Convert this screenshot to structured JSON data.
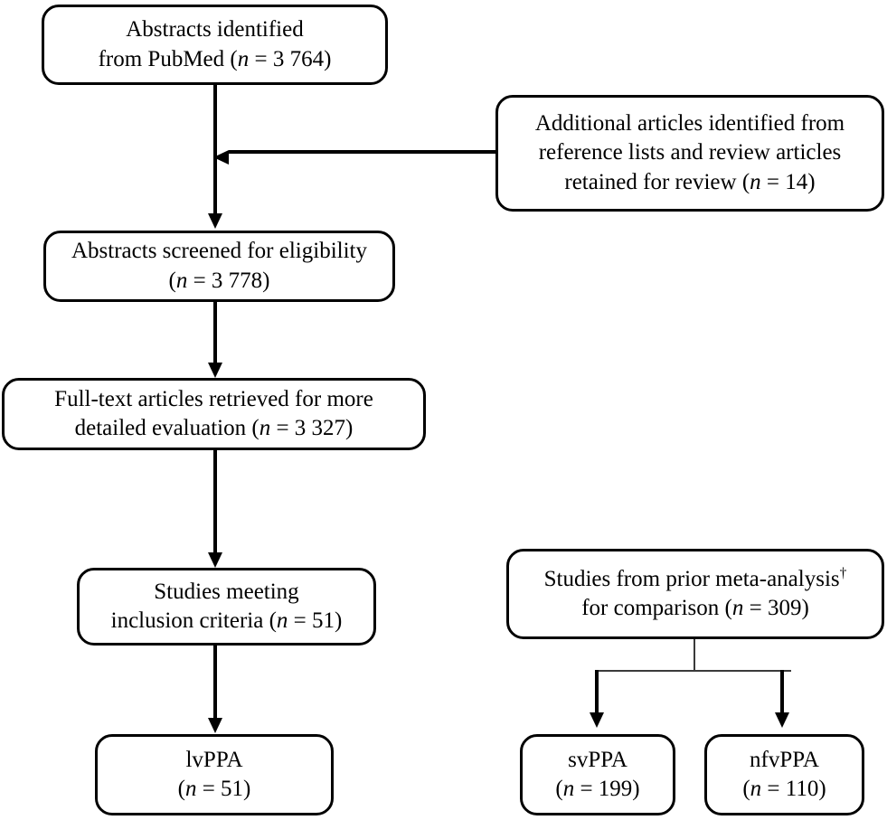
{
  "diagram": {
    "type": "flowchart",
    "title": "PRISMA study selection flow diagram",
    "colors": {
      "background": "#ffffff",
      "stroke": "#000000",
      "thin_stroke": "#3a3a3a",
      "text": "#000000"
    },
    "nodes": {
      "abstracts_identified": {
        "line1": "Abstracts identified",
        "line2_prefix": "from PubMed (",
        "n_symbol": "n",
        "eq": " = ",
        "value": "3 764",
        "line2_suffix": ")"
      },
      "additional_articles": {
        "line1": "Additional articles identified from",
        "line2": "reference lists and review articles",
        "line3_prefix": "retained for review (",
        "n_symbol": "n",
        "eq": " = ",
        "value": "14",
        "line3_suffix": ")"
      },
      "abstracts_screened": {
        "line1": "Abstracts screened for eligibility",
        "line2_prefix": "(",
        "n_symbol": "n",
        "eq": " = ",
        "value": "3 778",
        "line2_suffix": ")"
      },
      "full_text_retrieved": {
        "line1": "Full-text articles retrieved for more",
        "line2_prefix": "detailed evaluation (",
        "n_symbol": "n",
        "eq": " = ",
        "value": "3 327",
        "line2_suffix": ")"
      },
      "studies_meeting_criteria": {
        "line1": "Studies meeting",
        "line2_prefix": "inclusion criteria (",
        "n_symbol": "n",
        "eq": " = ",
        "value": "51",
        "line2_suffix": ")"
      },
      "prior_meta_analysis": {
        "line1_prefix": "Studies from prior meta-analysis",
        "dagger": "†",
        "line2_prefix": "for comparison (",
        "n_symbol": "n",
        "eq": " = ",
        "value": "309",
        "line2_suffix": ")"
      },
      "lvppa": {
        "line1": "lvPPA",
        "line2_prefix": "(",
        "n_symbol": "n",
        "eq": " = ",
        "value": "51",
        "line2_suffix": ")"
      },
      "svppa": {
        "line1": "svPPA",
        "line2_prefix": "(",
        "n_symbol": "n",
        "eq": " = ",
        "value": "199",
        "line2_suffix": ")"
      },
      "nfvppa": {
        "line1": "nfvPPA",
        "line2_prefix": "(",
        "n_symbol": "n",
        "eq": " = ",
        "value": "110",
        "line2_suffix": ")"
      }
    }
  }
}
